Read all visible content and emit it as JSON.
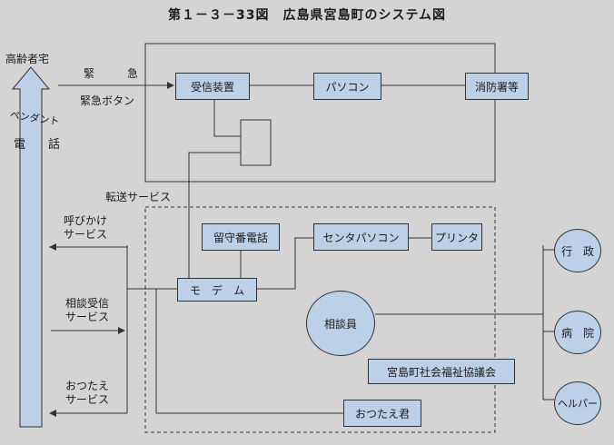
{
  "title": "第１－３－33図　広島県宮島町のシステム図",
  "labels": {
    "elderly_home": "高齢者宅",
    "emergency": "緊　　急",
    "emergency_button": "緊急ボタン",
    "pendant": "ペンダント",
    "phone": "電　話",
    "transfer_service": "転送サービス",
    "call_service": "呼びかけ\nサービス",
    "consult_service": "相談受信\nサービス",
    "message_service": "おつたえ\nサービス"
  },
  "boxes": {
    "receiver": "受信装置",
    "pc": "パソコン",
    "fire_station": "消防署等",
    "answering": "留守番電話",
    "center_pc": "センタパソコン",
    "printer": "プリンタ",
    "modem": "モ　デ　ム",
    "council": "宮島町社会福祉協議会",
    "otsutae": "おつたえ君"
  },
  "circles": {
    "counselor": "相談員",
    "administration": "行　政",
    "hospital": "病　院",
    "helper": "ヘルパー"
  }
}
